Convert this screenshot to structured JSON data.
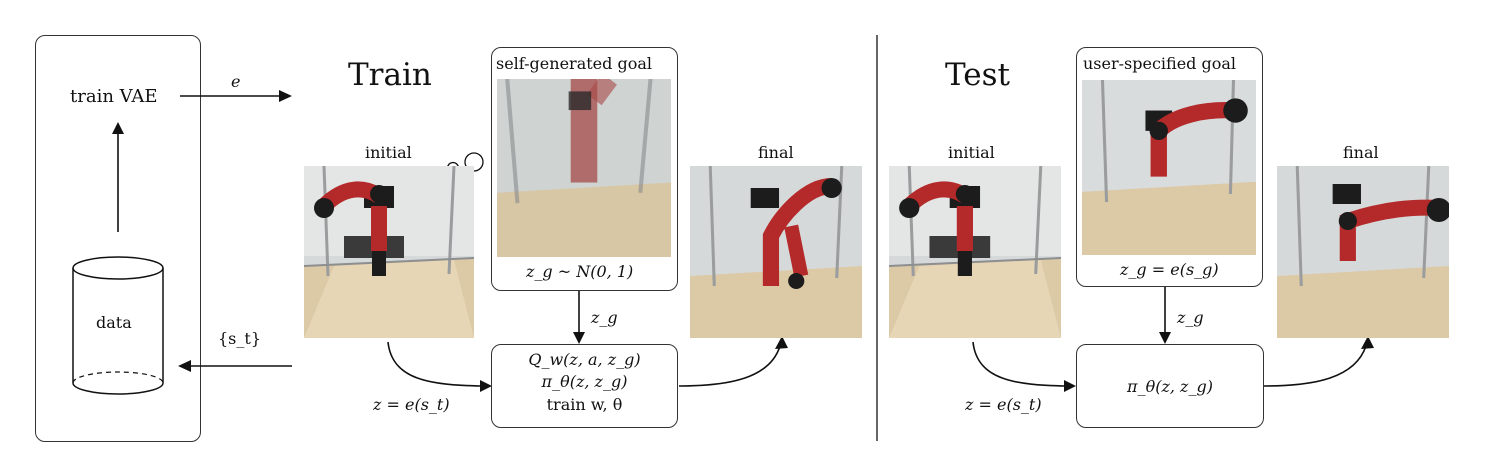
{
  "left_panel": {
    "train_vae": "train VAE",
    "data": "data"
  },
  "edges": {
    "e": "e",
    "st": "{s_t}"
  },
  "train": {
    "title": "Train",
    "goal_title": "self-generated goal",
    "initial": "initial",
    "final": "final",
    "zg_prior": "z_g ~ N(0, 1)",
    "zg_arrow": "z_g",
    "z_enc": "z = e(s_t)",
    "box_line1": "Q_w(z, a, z_g)",
    "box_line2": "π_θ(z, z_g)",
    "box_line3": "train w, θ"
  },
  "test": {
    "title": "Test",
    "goal_title": "user-specified goal",
    "initial": "initial",
    "final": "final",
    "zg_enc": "z_g = e(s_g)",
    "zg_arrow": "z_g",
    "z_enc": "z = e(s_t)",
    "policy": "π_θ(z, z_g)"
  },
  "colors": {
    "robot_red": "#b42a2a",
    "robot_black": "#1c1c1c",
    "floor": "#dcc9a6",
    "wall": "#d8dbdc"
  }
}
